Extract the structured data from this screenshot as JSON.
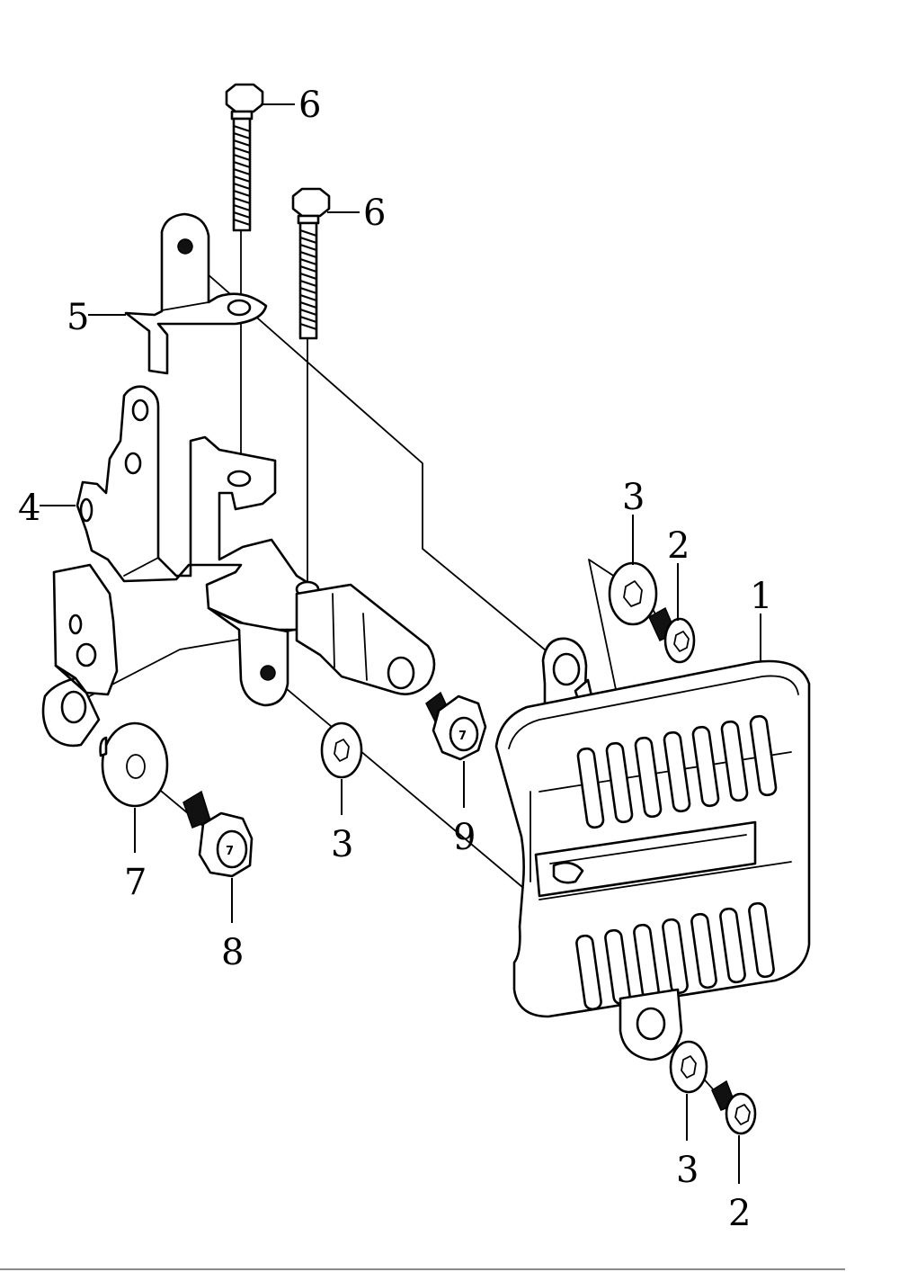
{
  "diagram": {
    "type": "exploded-parts-view",
    "callouts": {
      "part_1": "1",
      "part_2_upper": "2",
      "part_2_lower": "2",
      "part_3_upper": "3",
      "part_3_middle": "3",
      "part_3_lower": "3",
      "part_4": "4",
      "part_5": "5",
      "part_6_left": "6",
      "part_6_right": "6",
      "part_7": "7",
      "part_8": "8",
      "part_9": "9"
    },
    "bolt_head_marks": {
      "bolt_8": "7",
      "bolt_9": "7"
    }
  }
}
